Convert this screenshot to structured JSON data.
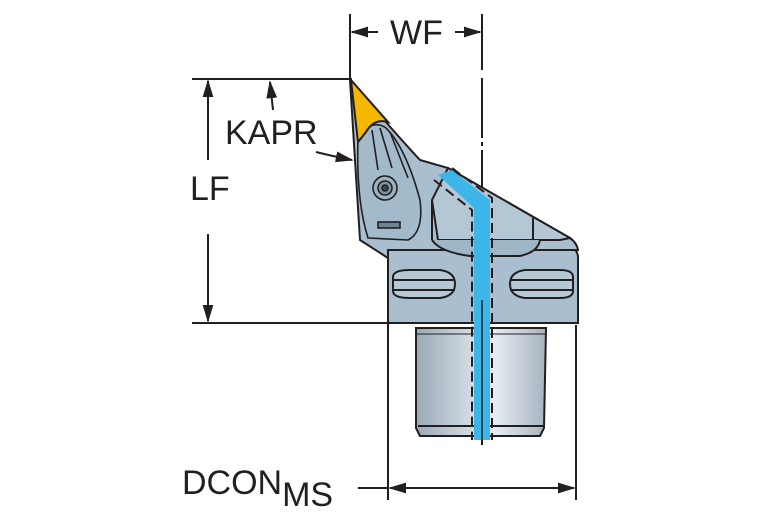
{
  "diagram": {
    "title": "Turning tool holder with insert – dimension drawing",
    "labels": {
      "wf": "WF",
      "kapr": "KAPR",
      "lf": "LF",
      "dcon_main": "DCON",
      "dcon_sub": "MS"
    },
    "colors": {
      "insert": "#f5b800",
      "body": "#a9bfcf",
      "body_dark": "#8ea6b8",
      "coolant": "#3cb6e8",
      "shank_light": "#e6ecf2",
      "shank_dark": "#9aa8b6",
      "line": "#231f20"
    },
    "components": [
      "cutting-insert",
      "clamp-head",
      "tool-body",
      "coupling-flange",
      "cylindrical-shank",
      "coolant-channel"
    ]
  }
}
